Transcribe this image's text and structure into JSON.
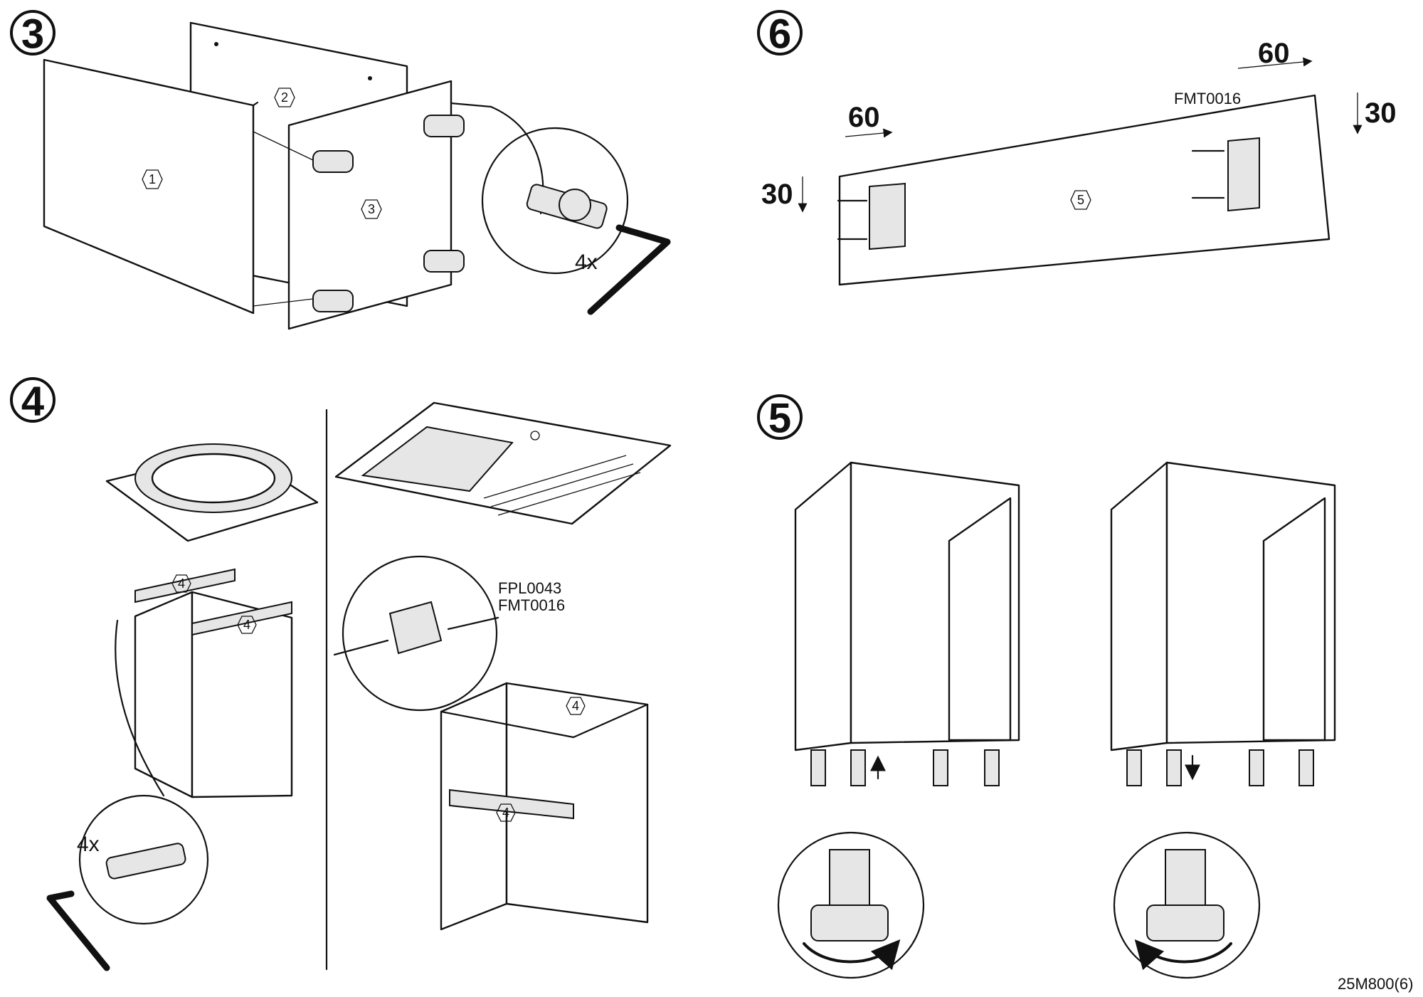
{
  "steps": [
    "3",
    "4",
    "5",
    "6"
  ],
  "parts": {
    "p1": "1",
    "p2": "2",
    "p3": "3",
    "p4a": "4",
    "p4b": "4",
    "p4c": "4",
    "p4d": "4",
    "p5": "5"
  },
  "step3": {
    "quantity": "4x"
  },
  "step4": {
    "quantity": "4x",
    "codes": [
      "FPL0043",
      "FMT0016"
    ]
  },
  "step5": {
    "code": "FMT0016",
    "dimensions": {
      "left_width": "60",
      "left_height": "30",
      "right_width": "60",
      "right_height": "30"
    }
  },
  "footer": {
    "document_ref": "25M800(6)"
  },
  "icons": [
    "allen-key-icon",
    "cam-dowel-icon",
    "screw-icon",
    "adjustable-leg-icon",
    "rotation-arrow-icon",
    "up-arrow-icon",
    "down-arrow-icon"
  ]
}
